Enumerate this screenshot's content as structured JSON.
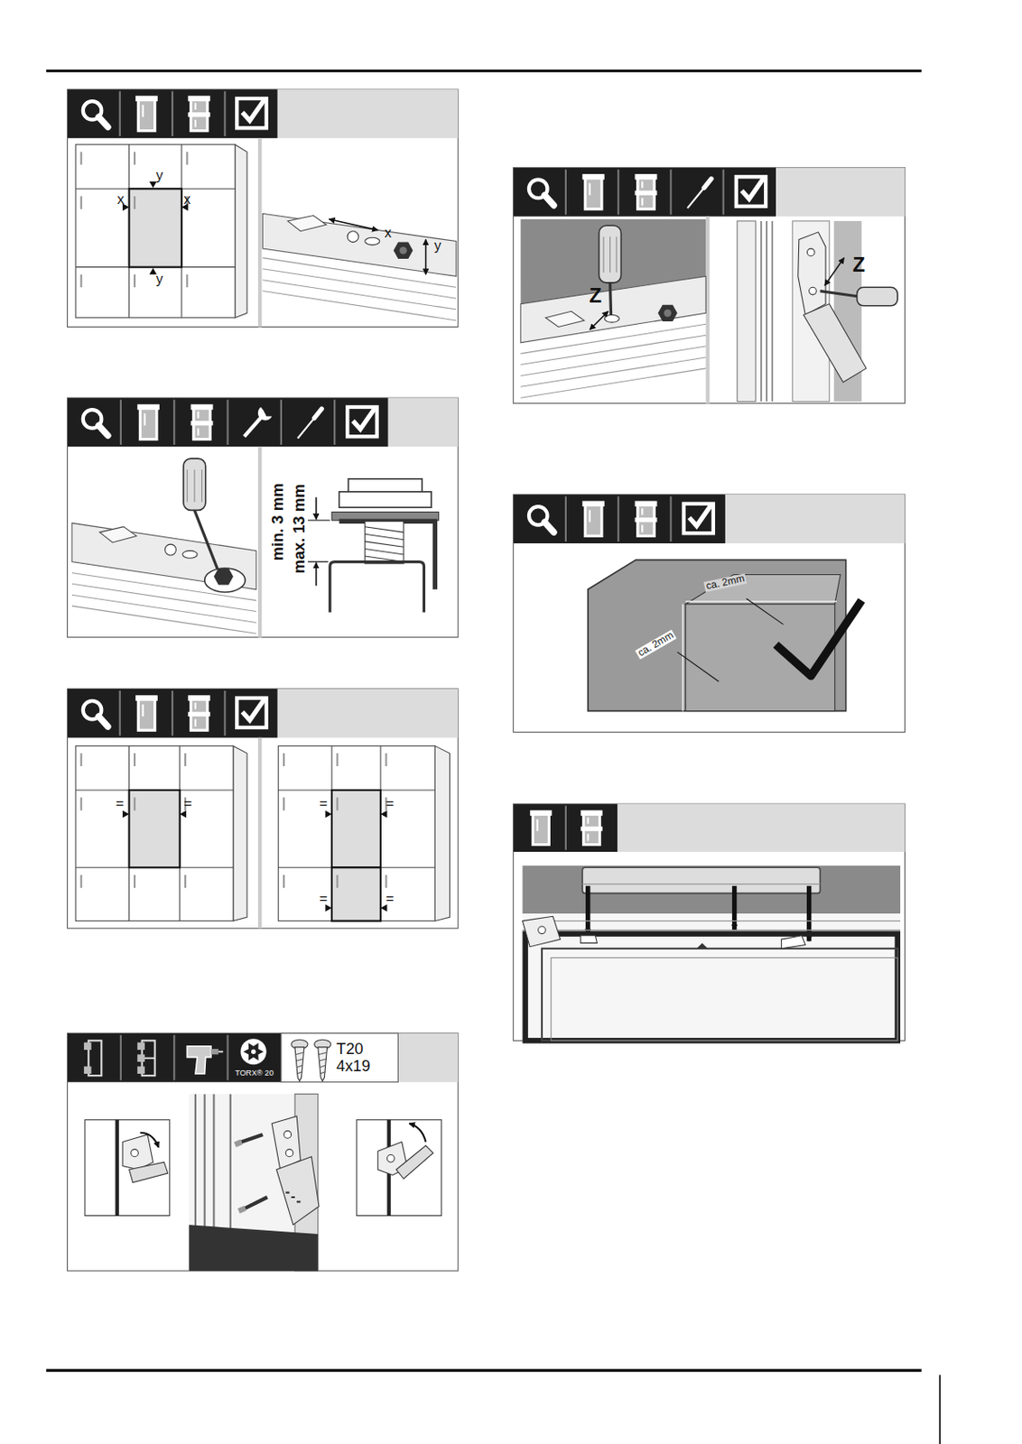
{
  "diagram": {
    "nodes": [
      {
        "text": [
          "T20 4x19"
        ]
      }
    ],
    "labels": [
      "y",
      "x",
      "x",
      "y",
      "x",
      "y",
      "min. 3 mm",
      "max. 13 mm",
      "=",
      "=",
      "=",
      "=",
      "=",
      "=",
      "TORX® 20",
      "Z",
      "Z",
      "ca. 2mm",
      "ca. 2mm"
    ]
  }
}
